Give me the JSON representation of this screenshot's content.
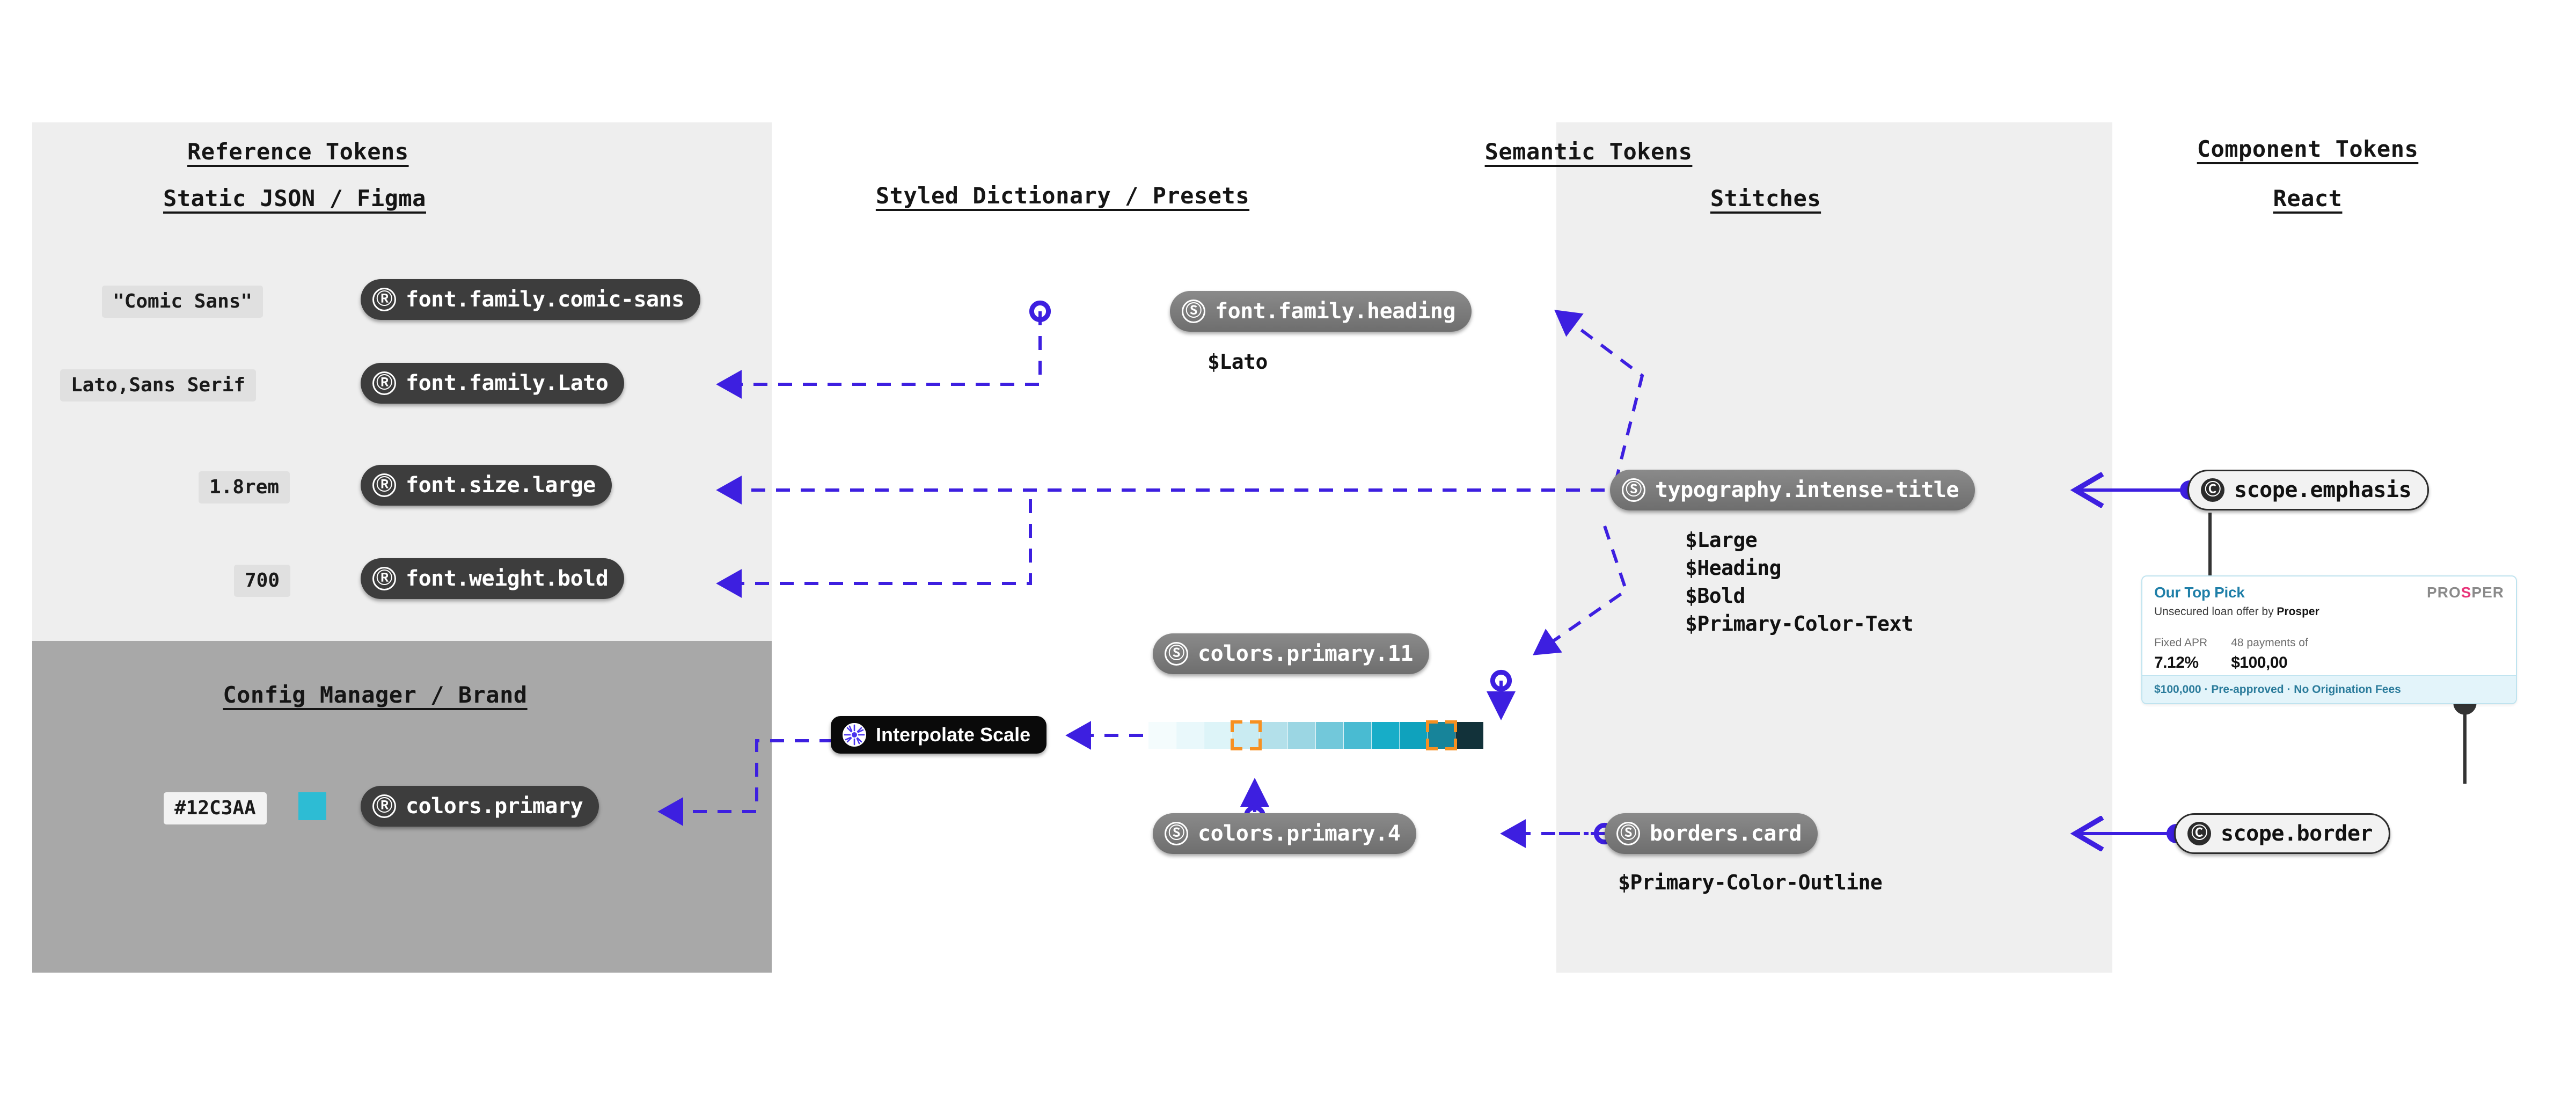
{
  "columns": [
    {
      "title": "Reference Tokens",
      "subtitle": "Static JSON / Figma"
    },
    {
      "title": "",
      "subtitle": "Styled Dictionary / Presets"
    },
    {
      "title": "Semantic Tokens",
      "subtitle": "Stitches"
    },
    {
      "title": "Component Tokens",
      "subtitle": "React"
    }
  ],
  "brand_panel": {
    "title": "Config Manager / Brand"
  },
  "reference_tokens": [
    {
      "value": "\"Comic Sans\"",
      "badge": "Ⓡ",
      "name": "font.family.comic-sans"
    },
    {
      "value": "Lato,Sans Serif",
      "badge": "Ⓡ",
      "name": "font.family.Lato"
    },
    {
      "value": "1.8rem",
      "badge": "Ⓡ",
      "name": "font.size.large"
    },
    {
      "value": "700",
      "badge": "Ⓡ",
      "name": "font.weight.bold"
    }
  ],
  "brand_token": {
    "value": "#12C3AA",
    "swatch_color": "#2dbcd4",
    "badge": "Ⓡ",
    "name": "colors.primary"
  },
  "semantic_tokens": [
    {
      "badge": "Ⓢ",
      "name": "font.family.heading",
      "values": "$Lato"
    },
    {
      "badge": "Ⓢ",
      "name": "typography.intense-title",
      "values": "$Large\n$Heading\n$Bold\n$Primary-Color-Text"
    },
    {
      "badge": "Ⓢ",
      "name": "colors.primary.11",
      "values": ""
    },
    {
      "badge": "Ⓢ",
      "name": "colors.primary.4",
      "values": ""
    },
    {
      "badge": "Ⓢ",
      "name": "borders.card",
      "values": "$Primary-Color-Outline"
    }
  ],
  "component_tokens": [
    {
      "badge": "Ⓒ",
      "name": "scope.emphasis"
    },
    {
      "badge": "Ⓒ",
      "name": "scope.border"
    }
  ],
  "tool_badge": {
    "label": "Interpolate Scale",
    "icon": "sunburst-icon"
  },
  "color_scale": {
    "swatches": [
      "#f4fcfd",
      "#e9f8fb",
      "#ddf4f8",
      "#c9ebf2",
      "#b3e0ea",
      "#9bd6e3",
      "#72c8da",
      "#49bbd2",
      "#17adc8",
      "#0fa2bd",
      "#17849a",
      "#12323a"
    ],
    "selected_indices": [
      3,
      10
    ],
    "selection_color": "#f79021"
  },
  "card": {
    "top_pick": "Our Top Pick",
    "brand_pre": "PRO",
    "brand_s": "S",
    "brand_post": "PER",
    "subtitle_pre": "Unsecured loan offer by ",
    "subtitle_brand": "Prosper",
    "stats": [
      {
        "label": "Fixed APR",
        "value": "7.12%"
      },
      {
        "label": "48 payments of",
        "value": "$100,00"
      }
    ],
    "footer": "$100,000 · Pre-approved · No Origination Fees"
  },
  "colors": {
    "wire": "#3d1fe0",
    "panel_light": "#eeeeee",
    "panel_gray": "#a8a8a8",
    "panel_sem": "#efefef"
  }
}
